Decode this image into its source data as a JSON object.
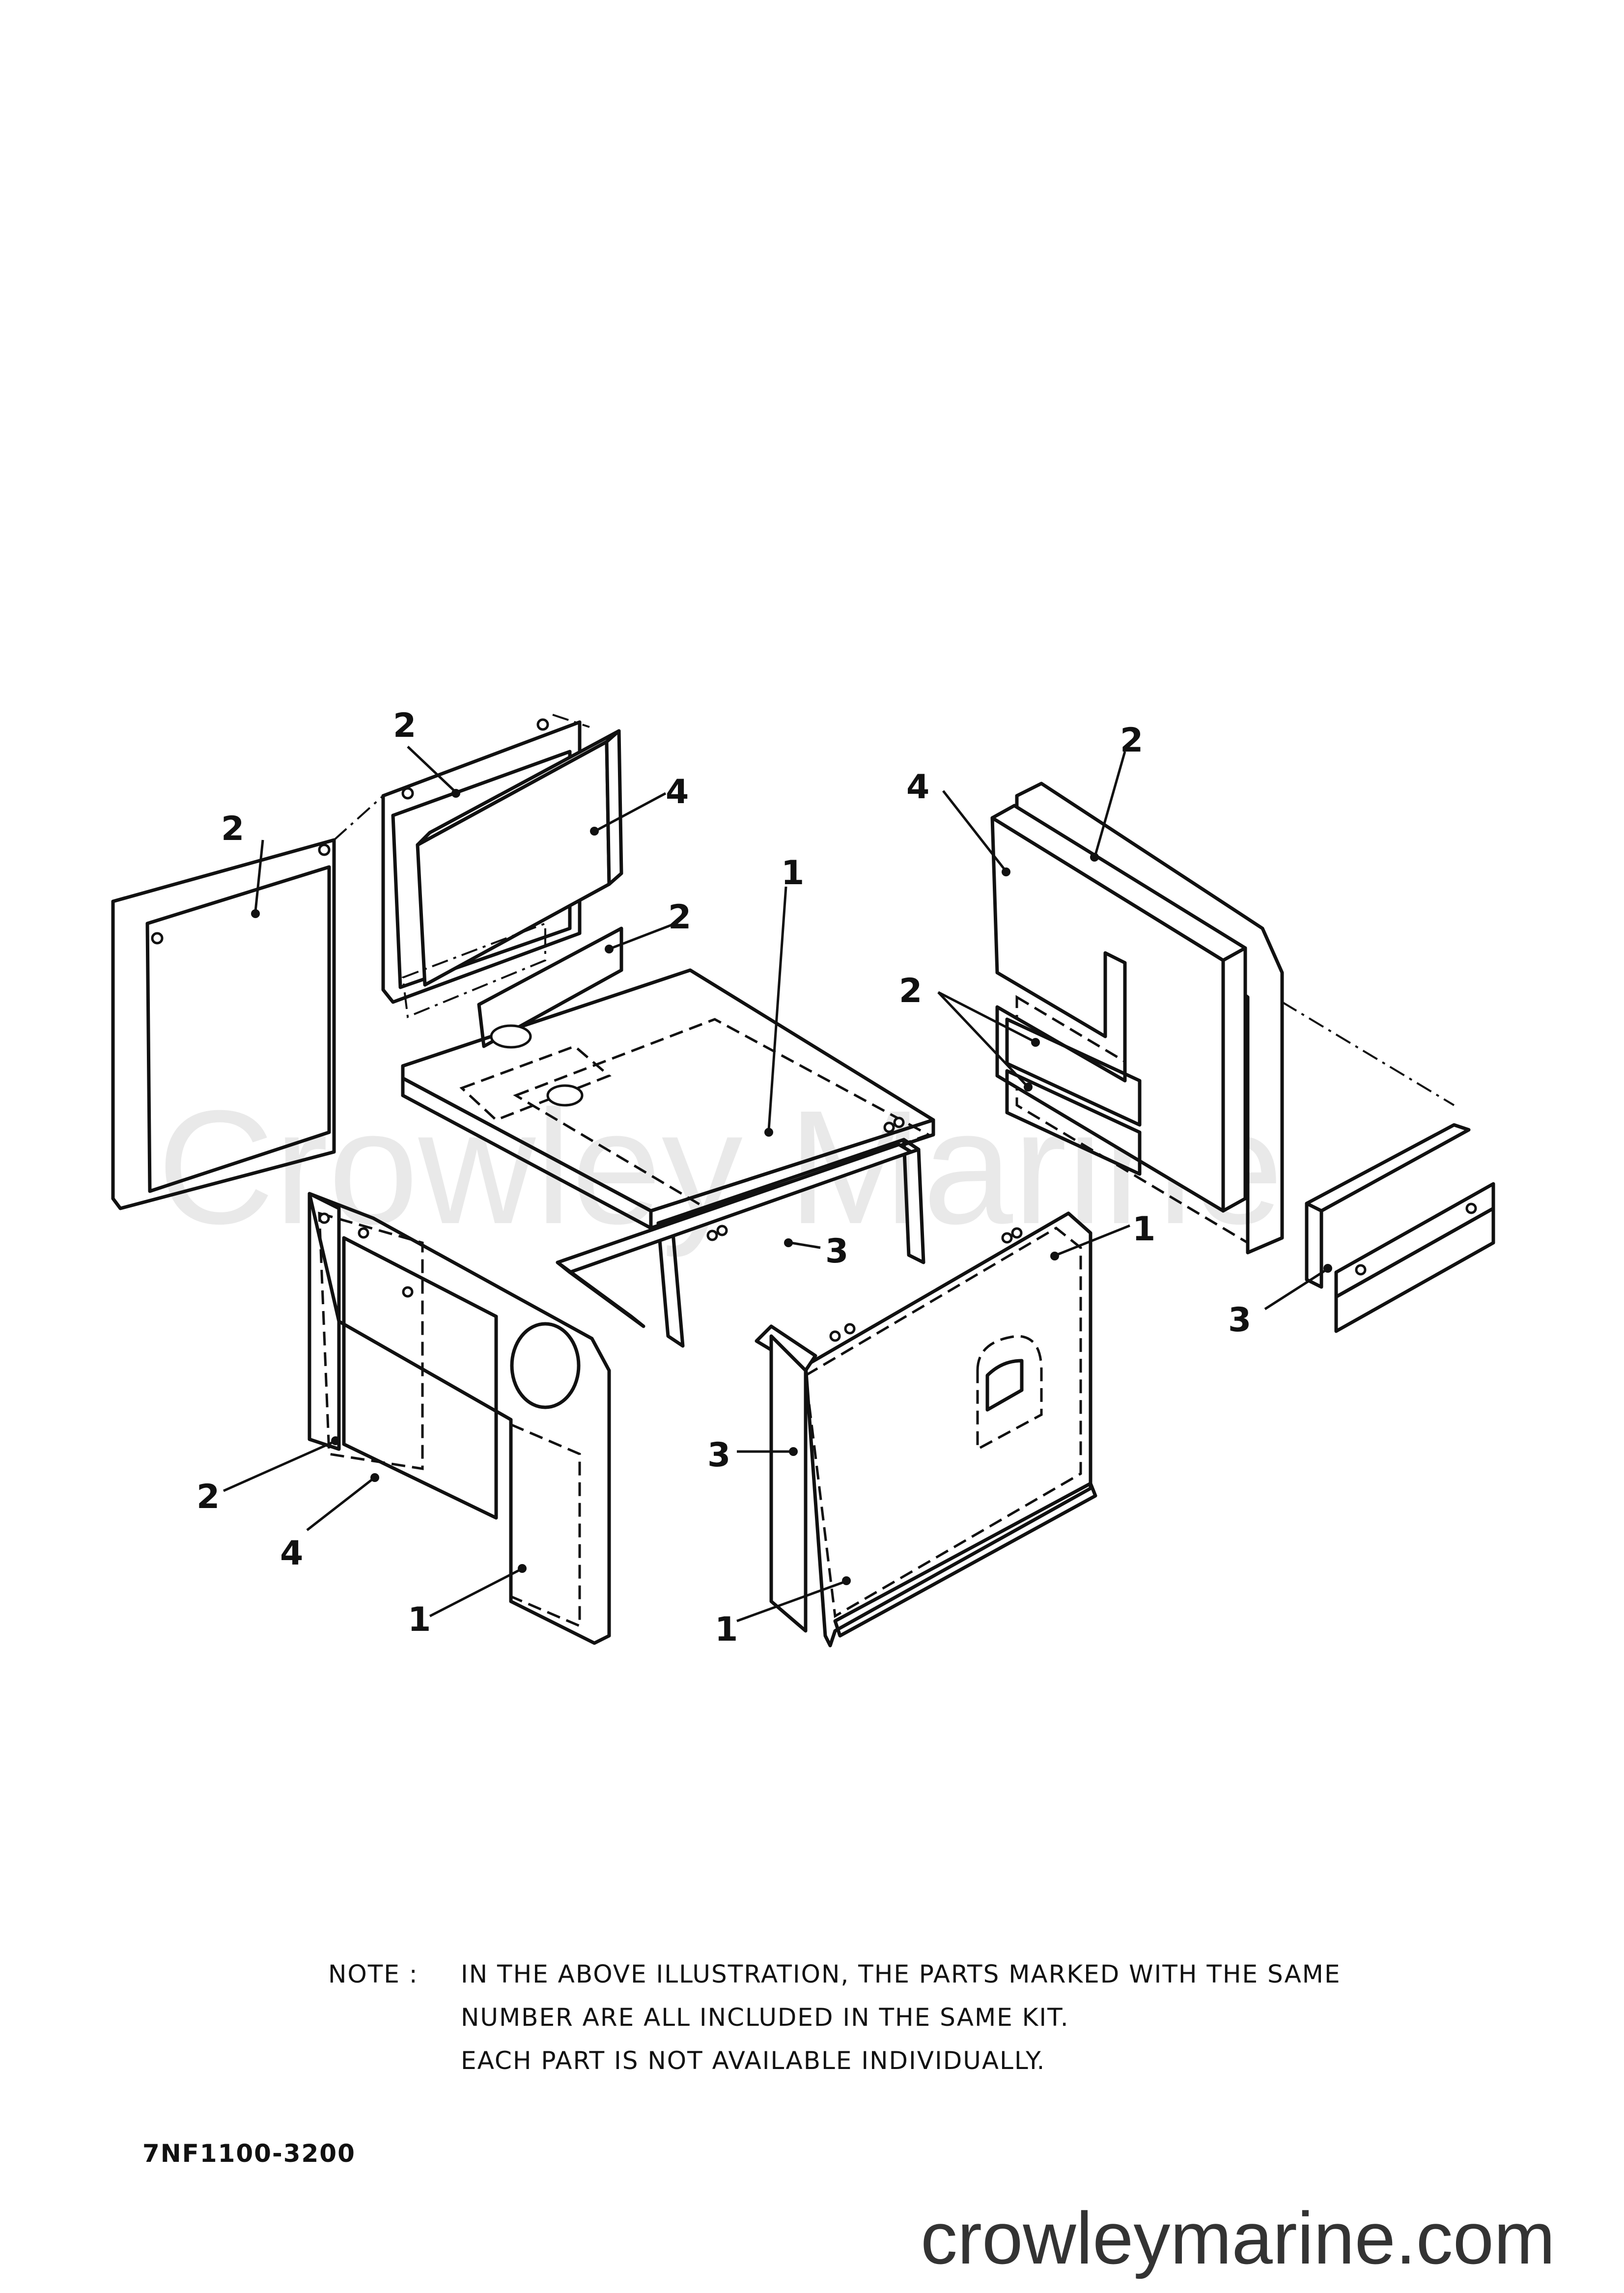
{
  "watermark": {
    "center": "Crowley Marine",
    "footer": "crowleymarine.com"
  },
  "callouts": {
    "tl_2a": "2",
    "tl_2b": "2",
    "tl_4": "4",
    "tl_2c": "2",
    "top_1": "1",
    "mid_3": "3",
    "tr_4": "4",
    "tr_2a": "2",
    "tr_2b": "2",
    "tr_3": "3",
    "bl_2": "2",
    "bl_4": "4",
    "bl_1": "1",
    "br_1a": "1",
    "br_3": "3",
    "br_1b": "1"
  },
  "note": {
    "label": "NOTE :",
    "lines": [
      "IN THE ABOVE ILLUSTRATION, THE PARTS MARKED WITH THE SAME",
      "NUMBER ARE ALL INCLUDED IN THE SAME KIT.",
      "EACH PART IS NOT AVAILABLE INDIVIDUALLY."
    ]
  },
  "part_code": "7NF1100-3200"
}
